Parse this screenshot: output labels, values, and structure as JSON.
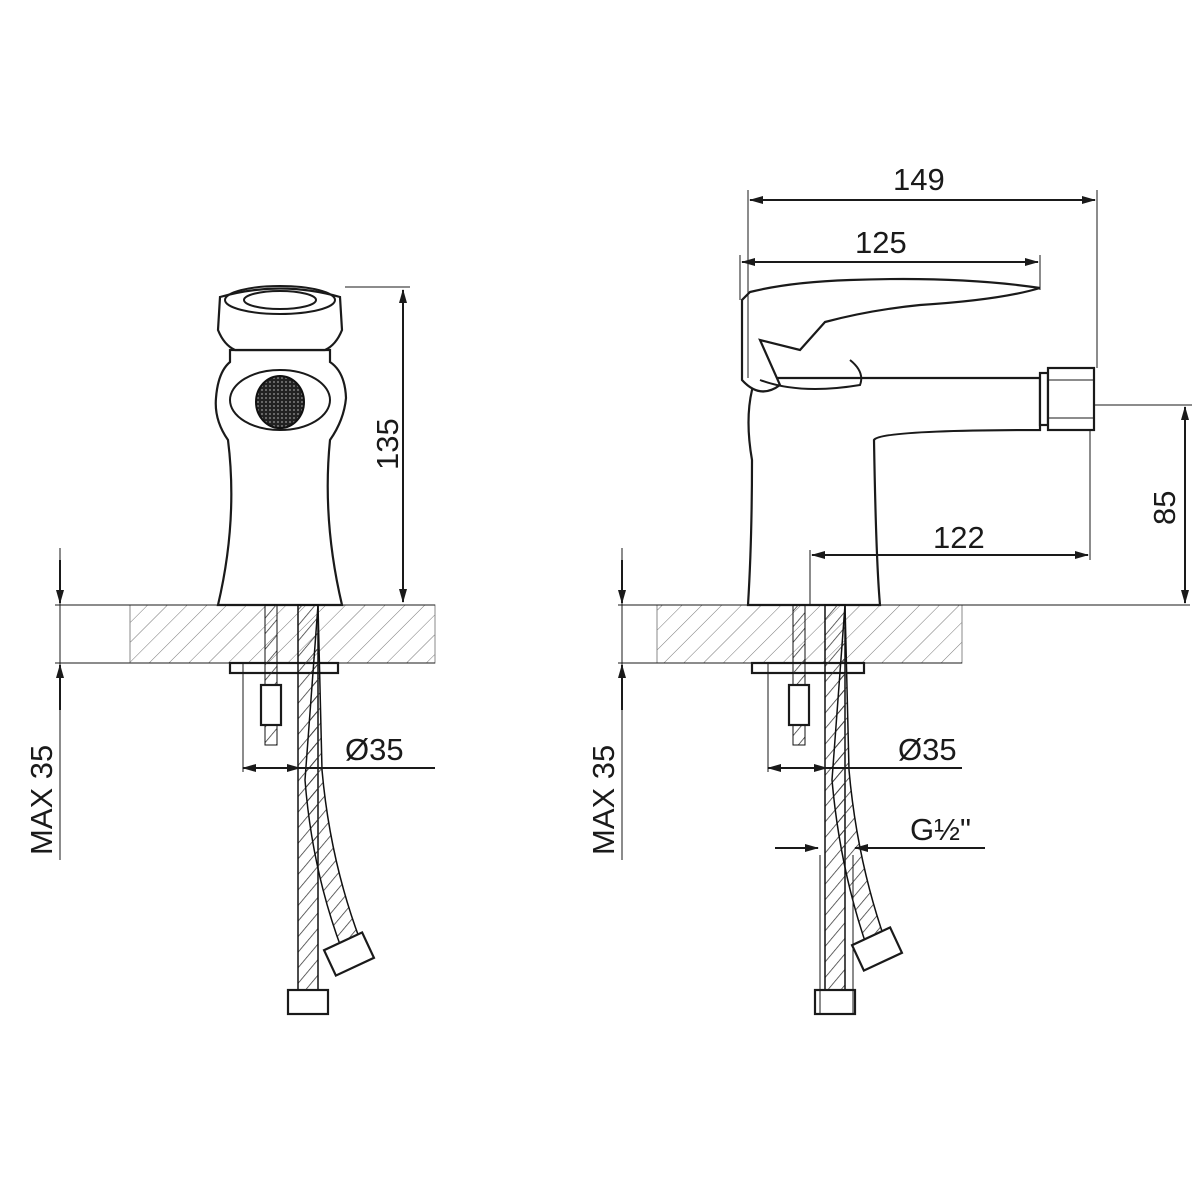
{
  "drawing": {
    "front_view": {
      "height_label": "135",
      "max_thickness_label": "MAX 35",
      "hole_diameter_label": "Ø35"
    },
    "side_view": {
      "overall_length_label": "149",
      "handle_length_label": "125",
      "spout_height_label": "85",
      "spout_reach_label": "122",
      "max_thickness_label": "MAX 35",
      "hole_diameter_label": "Ø35",
      "connection_thread_label": "G½\""
    }
  }
}
